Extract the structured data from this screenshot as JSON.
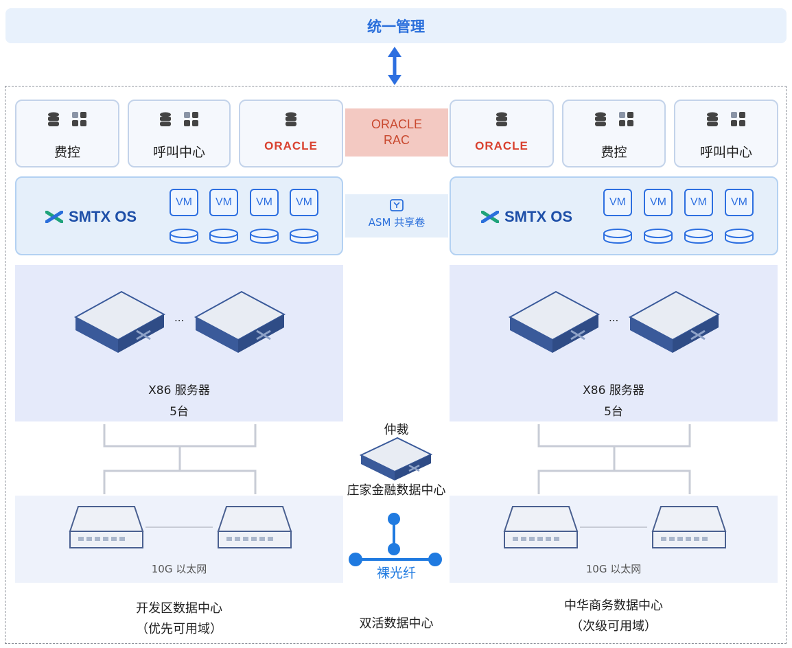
{
  "top": {
    "title": "统一管理"
  },
  "left": {
    "cards": [
      {
        "label": "费控"
      },
      {
        "label": "呼叫中心"
      },
      {
        "label": ""
      }
    ],
    "oracle": "ORACLE",
    "smtx": "SMTX OS",
    "vm_labels": [
      "VM",
      "VM",
      "VM",
      "VM"
    ],
    "servers_line1": "X86 服务器",
    "servers_line2": "5台",
    "network": "10G 以太网",
    "dc_name": "开发区数据中心",
    "dc_domain": "（优先可用域）"
  },
  "right": {
    "cards": [
      {
        "label": ""
      },
      {
        "label": "费控"
      },
      {
        "label": "呼叫中心"
      }
    ],
    "oracle": "ORACLE",
    "smtx": "SMTX OS",
    "vm_labels": [
      "VM",
      "VM",
      "VM",
      "VM"
    ],
    "servers_line1": "X86 服务器",
    "servers_line2": "5台",
    "network": "10G 以太网",
    "dc_name": "中华商务数据中心",
    "dc_domain": "（次级可用域）"
  },
  "middle": {
    "rac_line1": "ORACLE",
    "rac_line2": "RAC",
    "asm": "ASM 共享卷",
    "arbiter": "仲裁",
    "arbiter_site": "庄家金融数据中心",
    "fiber": "裸光纤",
    "dual_active": "双活数据中心",
    "ellipsis": "..."
  },
  "colors": {
    "accent": "#2a6fdb",
    "oracle_red": "#d9412f",
    "rac_bg": "#f3c9c2"
  }
}
